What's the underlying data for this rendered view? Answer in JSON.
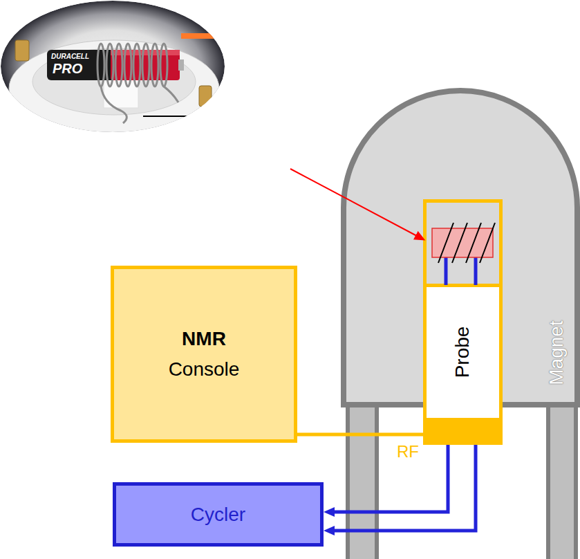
{
  "diagram": {
    "nodes": [
      {
        "text": [
          "Magnet"
        ]
      },
      {
        "text": [
          "Probe"
        ],
        "in": 0
      },
      {
        "text": [
          "NMR",
          "Console"
        ]
      },
      {
        "text": [
          "Cycler"
        ]
      }
    ],
    "edges": [
      {
        "from": 2,
        "to": 1,
        "arrow": "none",
        "label": "RF"
      },
      {
        "from": 1,
        "to": 3,
        "arrow": "to"
      },
      {
        "from": 1,
        "to": 3,
        "arrow": "to"
      }
    ],
    "labels": [
      "DURACELL",
      "PRO"
    ]
  }
}
